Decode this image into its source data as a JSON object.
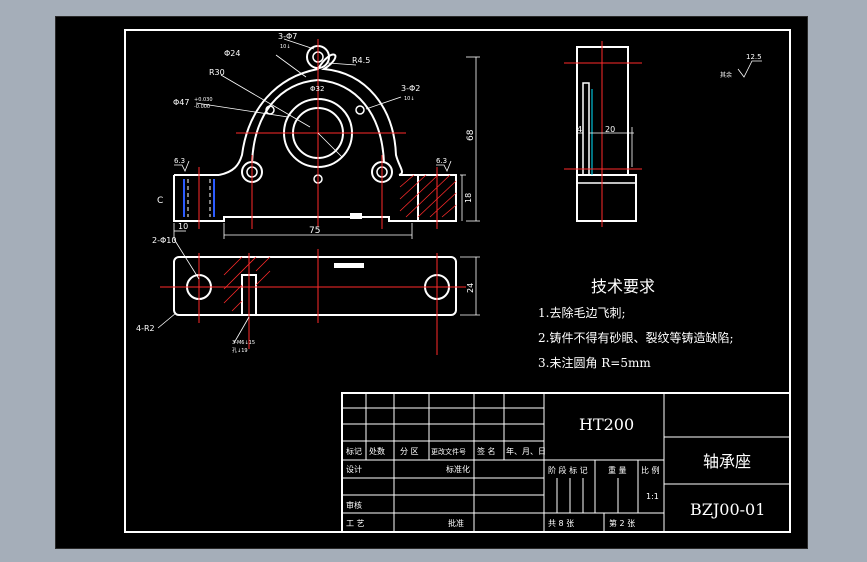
{
  "front_view": {
    "dims": {
      "d24": "Φ24",
      "r30": "R30",
      "d47": "Φ47",
      "d47_tol_upper": "+0.030",
      "d47_tol_lower": "-0.000",
      "r45": "R4.5",
      "hole_3_d7": "3-Φ7",
      "hole_3_d7_sub": "10↓",
      "hole_3_d2": "3-Φ2",
      "hole_3_d2_sub": "10↓",
      "d32": "Φ32",
      "h68": "68",
      "h18": "18",
      "w75": "75",
      "w10": "10",
      "ra_left": "6.3",
      "ra_right": "6.3",
      "c_mark": "C"
    }
  },
  "side_view": {
    "dims": {
      "w4": "4",
      "w20": "20"
    }
  },
  "top_view": {
    "dims": {
      "d2_10": "2-Φ10",
      "r4_r2": "4-R2",
      "h24": "24",
      "thread_note_1": "3-M6↓15",
      "thread_note_2": "孔↓19"
    }
  },
  "roughness": {
    "value": "12.5",
    "label": "其余"
  },
  "tech_requirements": {
    "title": "技术要求",
    "items": [
      "1.去除毛边飞刺;",
      "2.铸件不得有砂眼、裂纹等铸造缺陷;",
      "3.未注圆角  R=5mm"
    ]
  },
  "title_block": {
    "material": "HT200",
    "part_name": "轴承座",
    "drawing_number": "BZJ00-01",
    "header_labels": [
      "标记",
      "处数",
      "分 区",
      "更改文件号",
      "签 名",
      "年、月、日"
    ],
    "row_design": "设计",
    "row_standard": "标准化",
    "row_review": "审核",
    "row_process": "工 艺",
    "row_approve": "批准",
    "stage_labels": [
      "阶 段 标 记",
      "重 量",
      "比 例"
    ],
    "scale": "1:1",
    "sheets_total": "共  8  张",
    "sheet_no": "第  2  张"
  }
}
